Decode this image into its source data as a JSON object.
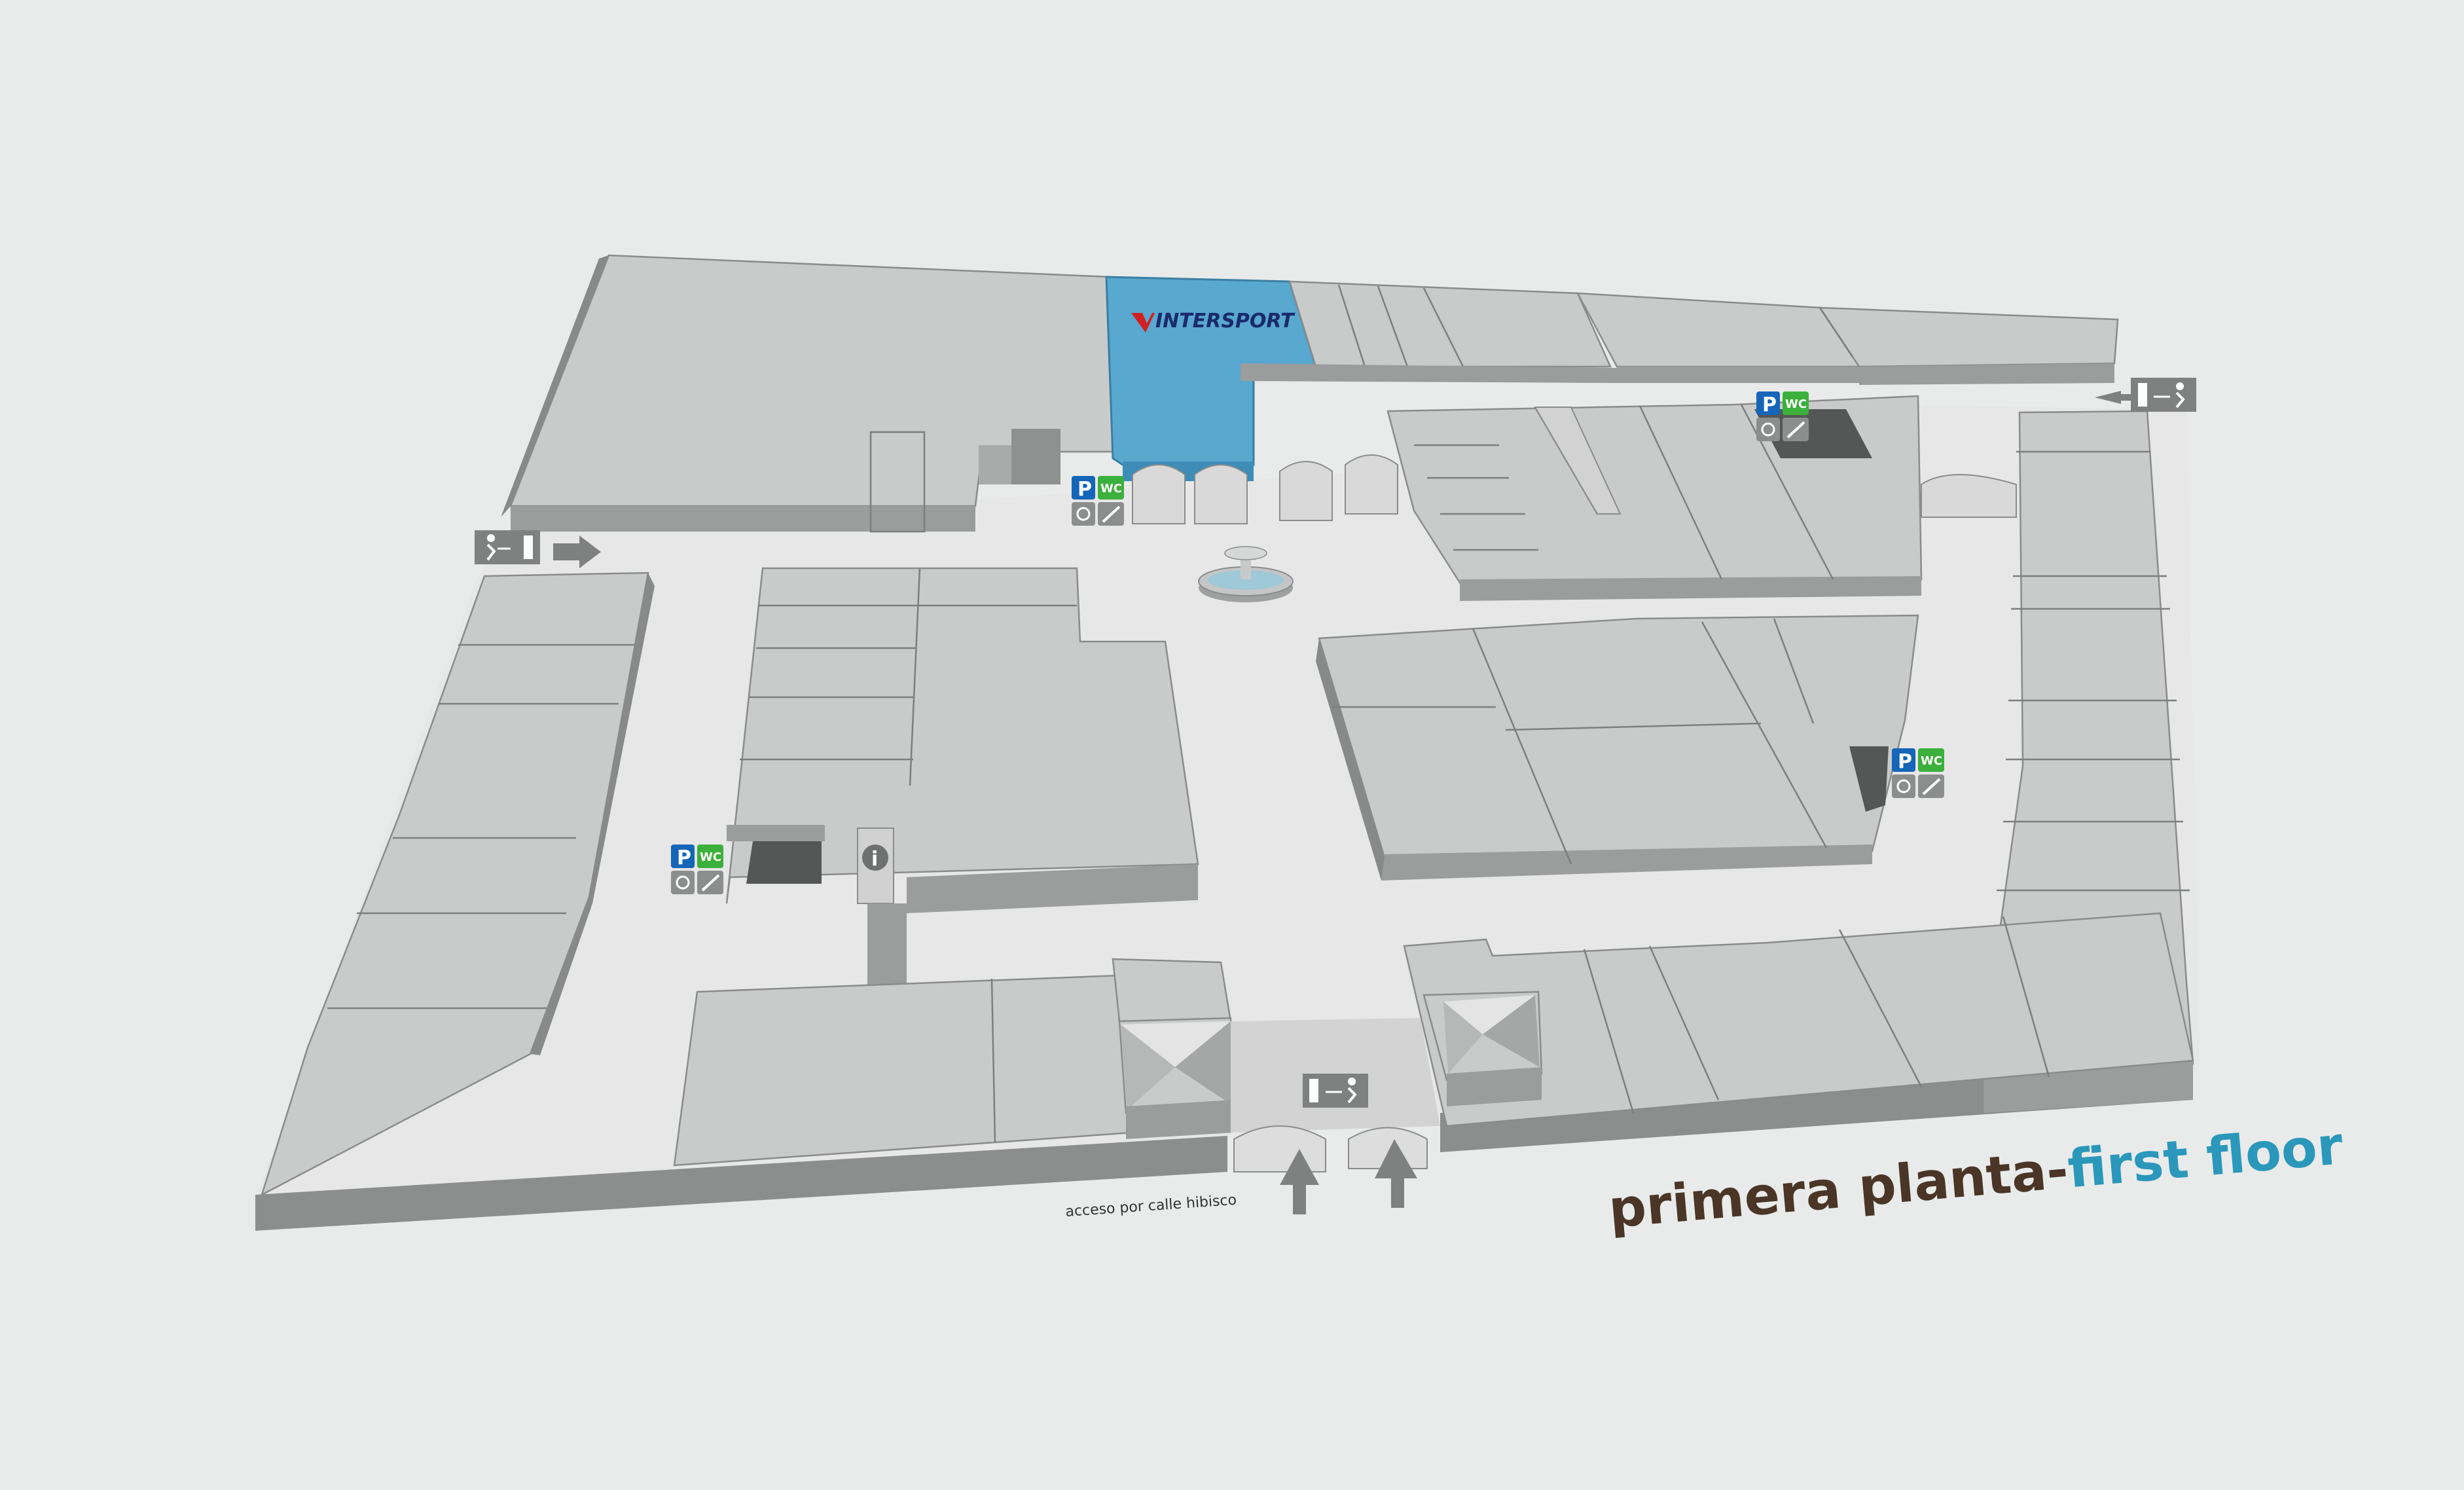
{
  "map": {
    "store_label": "INTERSPORT",
    "title_part1": "primera planta-",
    "title_part2": "first floor",
    "access_label": "acceso por calle hibisco"
  },
  "colors": {
    "background": "#e8ebea",
    "intersport_store": "#58a8cf",
    "intersport_text": "#1a2a6c",
    "intersport_mark": "#d02020",
    "parking_icon": "#1565b8",
    "wc_icon": "#3cb03c",
    "title_dark": "#4a3526",
    "title_accent": "#2a97bb"
  },
  "icons": {
    "parking": "P",
    "wc": "WC",
    "info": "i",
    "service_icons": [
      "parking-icon",
      "wc-icon",
      "accessible-icon",
      "escalator-icon"
    ],
    "exit": "emergency-exit-icon",
    "arrow": "arrow-icon",
    "fountain": "fountain-icon"
  }
}
